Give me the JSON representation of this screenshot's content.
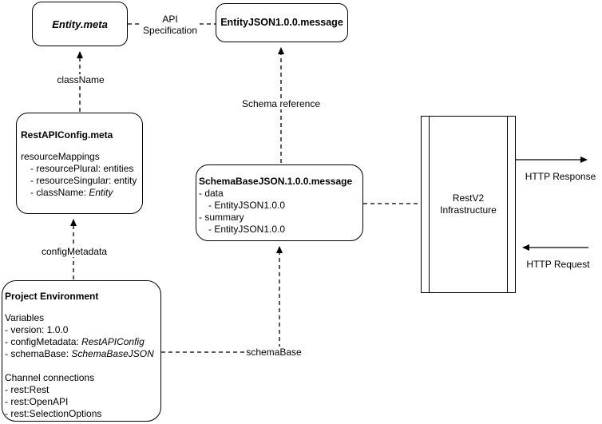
{
  "page": {
    "background_color": "#ffffff",
    "line_color": "#000000"
  },
  "nodes": {
    "entity_meta": {
      "title": "Entity.meta"
    },
    "entity_json_message": {
      "title": "EntityJSON1.0.0.message"
    },
    "rest_api_config": {
      "title": "RestAPIConfig.meta",
      "lines": [
        {
          "text": "resourceMappings"
        },
        {
          "text": "- resourcePlural: entities"
        },
        {
          "text": "- resourceSingular: entity"
        },
        {
          "prefix": "- className: ",
          "italic": "Entity"
        }
      ]
    },
    "schema_base_json": {
      "title": "SchemaBaseJSON.1.0.0.message",
      "lines": [
        {
          "text": "- data"
        },
        {
          "text": "- EntityJSON1.0.0"
        },
        {
          "text": "- summary"
        },
        {
          "text": "- EntityJSON1.0.0"
        }
      ]
    },
    "project_environment": {
      "title": "Project Environment",
      "section1_header": "Variables",
      "section1_lines": [
        {
          "text": "- version: 1.0.0"
        },
        {
          "prefix": "- configMetadata: ",
          "italic": "RestAPIConfig"
        },
        {
          "prefix": "- schemaBase: ",
          "italic": "SchemaBaseJSON"
        }
      ],
      "section2_header": "Channel connections",
      "section2_lines": [
        {
          "text": "- rest:Rest"
        },
        {
          "text": "- rest:OpenAPI"
        },
        {
          "text": "- rest:SelectionOptions"
        }
      ]
    },
    "restv2_infrastructure": {
      "title": "RestV2\nInfrastructure"
    }
  },
  "edges": {
    "api_specification": {
      "label": "API\nSpecification",
      "from": "entity_meta",
      "to": "entity_json_message",
      "style": "dashed",
      "arrow": "none"
    },
    "class_name": {
      "label": "className",
      "from": "rest_api_config",
      "to": "entity_meta",
      "style": "dashed",
      "arrow": "to"
    },
    "schema_reference": {
      "label": "Schema reference",
      "from": "schema_base_json",
      "to": "entity_json_message",
      "style": "dashed",
      "arrow": "to"
    },
    "config_metadata": {
      "label": "configMetadata",
      "from": "project_environment",
      "to": "rest_api_config",
      "style": "dashed",
      "arrow": "to"
    },
    "schema_base": {
      "label": "schemaBase",
      "from": "project_environment",
      "to": "schema_base_json",
      "style": "dashed",
      "arrow": "to"
    },
    "schema_to_infrastructure": {
      "label": "",
      "from": "schema_base_json",
      "to": "restv2_infrastructure",
      "style": "dashed",
      "arrow": "none"
    },
    "http_response": {
      "label": "HTTP Response",
      "from": "restv2_infrastructure",
      "to": "external",
      "style": "solid",
      "arrow": "to"
    },
    "http_request": {
      "label": "HTTP Request",
      "from": "external",
      "to": "restv2_infrastructure",
      "style": "solid",
      "arrow": "to"
    }
  }
}
